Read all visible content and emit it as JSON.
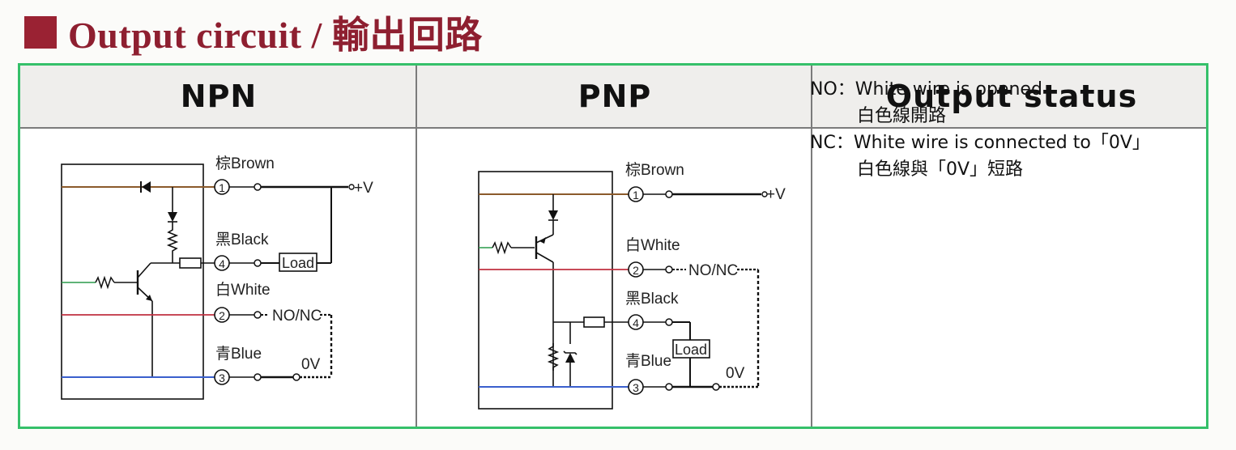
{
  "title": "Output circuit / 輸出回路",
  "colors": {
    "accent": "#9a2233",
    "frame": "#35c06a",
    "brown": "#8b5a2b",
    "blue": "#3a5fcd",
    "white_wire": "#c03040"
  },
  "columns": [
    "NPN",
    "PNP",
    "Output status"
  ],
  "npn": {
    "brown": "棕Brown",
    "black": "黑Black",
    "white": "白White",
    "blue": "青Blue",
    "plus_v": "+V",
    "no_nc": "NO/NC",
    "zero_v": "0V",
    "load": "Load",
    "pin1": "1",
    "pin4": "4",
    "pin2": "2",
    "pin3": "3"
  },
  "pnp": {
    "brown": "棕Brown",
    "white": "白White",
    "black": "黑Black",
    "blue": "青Blue",
    "plus_v": "+V",
    "no_nc": "NO/NC",
    "zero_v": "0V",
    "load": "Load",
    "pin1": "1",
    "pin2": "2",
    "pin4": "4",
    "pin3": "3"
  },
  "output_status": {
    "no_line": "NO：White wire is opened",
    "no_line_zh": "白色線開路",
    "nc_line": "NC：White wire is connected to「0V」",
    "nc_line_zh": "白色線與「0V」短路"
  }
}
